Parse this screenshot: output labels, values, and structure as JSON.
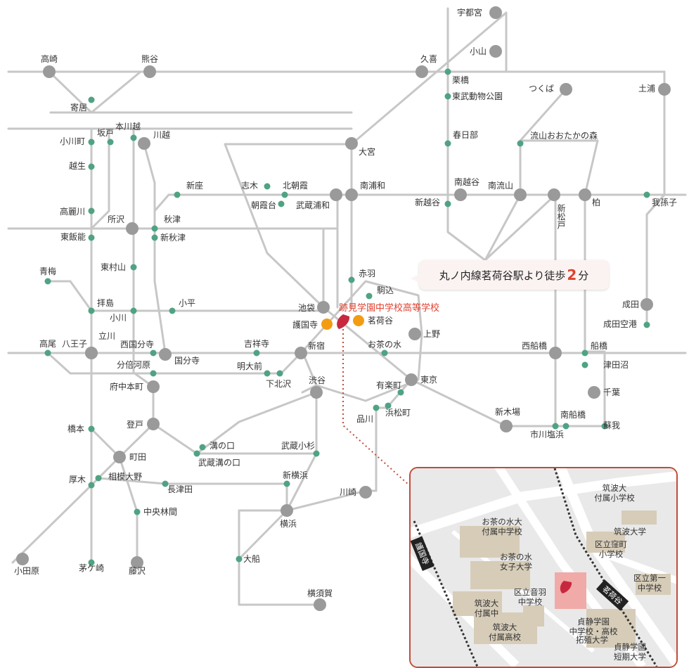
{
  "route_map": {
    "stations": {
      "utsunomiya": "宇都宮",
      "oyama": "小山",
      "takasaki": "高崎",
      "kumagaya": "熊谷",
      "kuki": "久喜",
      "kurihashi": "栗橋",
      "tobu_dobutsu_koen": "東武動物公園",
      "yorii": "寄居",
      "tsukuba": "つくば",
      "tsuchiura": "土浦",
      "motokawagoe": "本川越",
      "sakado": "坂戸",
      "kawagoe": "川越",
      "ogawamachi": "小川町",
      "omiya": "大宮",
      "kasukabe": "春日部",
      "nagareyama_otakanomori": "流山おおたかの森",
      "ogose": "越生",
      "niiza": "新座",
      "shiki": "志木",
      "kitaasaka": "北朝霞",
      "minami_urawa": "南浦和",
      "minami_koshigaya": "南越谷",
      "minami_nagareyama": "南流山",
      "shin_koshigaya": "新越谷",
      "asakadai": "朝霞台",
      "musashi_urawa": "武蔵浦和",
      "shin_matsudo": "新松戸",
      "kashiwa": "柏",
      "abiko": "我孫子",
      "komagawa": "高麗川",
      "tokorozawa": "所沢",
      "akitsu": "秋津",
      "higashi_hanno": "東飯能",
      "shin_akitsu": "新秋津",
      "higashimurayama": "東村山",
      "akabane": "赤羽",
      "ome": "青梅",
      "komagome": "駒込",
      "haijima": "拝島",
      "kodaira": "小平",
      "ikebukuro": "池袋",
      "narita": "成田",
      "kogawa": "小川",
      "gokokuji": "護国寺",
      "myogadani": "茗荷谷",
      "narita_airport": "成田空港",
      "ueno": "上野",
      "tachikawa": "立川",
      "takao": "高尾",
      "hachioji": "八王子",
      "nishi_kokubunji": "西国分寺",
      "kichijoji": "吉祥寺",
      "shinjuku": "新宿",
      "ochanomizu": "お茶の水",
      "nishi_funabashi": "西船橋",
      "funabashi": "船橋",
      "kokubunji": "国分寺",
      "bubaigawara": "分倍河原",
      "meidaimae": "明大前",
      "tsudanuma": "津田沼",
      "shimokitazawa": "下北沢",
      "shibuya": "渋谷",
      "yurakucho": "有楽町",
      "tokyo": "東京",
      "fuchu_honmachi": "府中本町",
      "chiba": "千葉",
      "hamamatsucho": "浜松町",
      "shin_kiba": "新木場",
      "shinagawa": "品川",
      "minami_funabashi": "南船橋",
      "hashimoto": "橋本",
      "noborito": "登戸",
      "ichikawa_shiohama": "市川塩浜",
      "soga": "蘇我",
      "mizonokuchi": "溝の口",
      "musashi_kosugi": "武蔵小杉",
      "machida": "町田",
      "musashi_mizonokuchi": "武蔵溝の口",
      "atsugi": "厚木",
      "sagami_ono": "相模大野",
      "shin_yokohama": "新横浜",
      "nagatsuta": "長津田",
      "kawasaki": "川崎",
      "chuo_rinkan": "中央林間",
      "yokohama": "横浜",
      "ofuna": "大船",
      "odawara": "小田原",
      "chigasaki": "茅ケ崎",
      "fujisawa": "藤沢",
      "yokosuka": "横須賀"
    },
    "school_label": "跡見学園中学校高等学校",
    "callout": {
      "prefix": "丸ノ内線茗荷谷駅より徒歩",
      "minutes": "2",
      "suffix": "分"
    }
  },
  "inset_map": {
    "labels": {
      "tsukuba_elem": [
        "筑波大",
        "付属小学校"
      ],
      "ochanomizu_jhs": [
        "お茶の水大",
        "付属中学校"
      ],
      "tsukuba_univ": [
        "筑波大学"
      ],
      "kubomachi_elem": [
        "区立窪町",
        "小学校"
      ],
      "ochanomizu_univ": [
        "お茶の水",
        "女子大学"
      ],
      "otowa_jhs": [
        "区立音羽",
        "中学校"
      ],
      "daiichi_jhs": [
        "区立第一",
        "中学校"
      ],
      "tsukuba_jhs": [
        "筑波大",
        "付属中"
      ],
      "teisei": [
        "貞静学園",
        "中学校・高校"
      ],
      "takushoku": [
        "拓殖大学"
      ],
      "tsukuba_hs": [
        "筑波大",
        "付属高校"
      ],
      "teisei_junior": [
        "貞静学園",
        "短期大学"
      ]
    },
    "line_gokokuji": "護国寺",
    "line_myogadani": "茗荷谷"
  },
  "colors": {
    "rail": "#c7c7c7",
    "major_station": "#9a9a9a",
    "minor_station": "#4fa383",
    "school_marker": "#c8283f",
    "subway_station": "#f39c12",
    "accent": "#e0412f",
    "inset_border": "#c24b3b"
  }
}
